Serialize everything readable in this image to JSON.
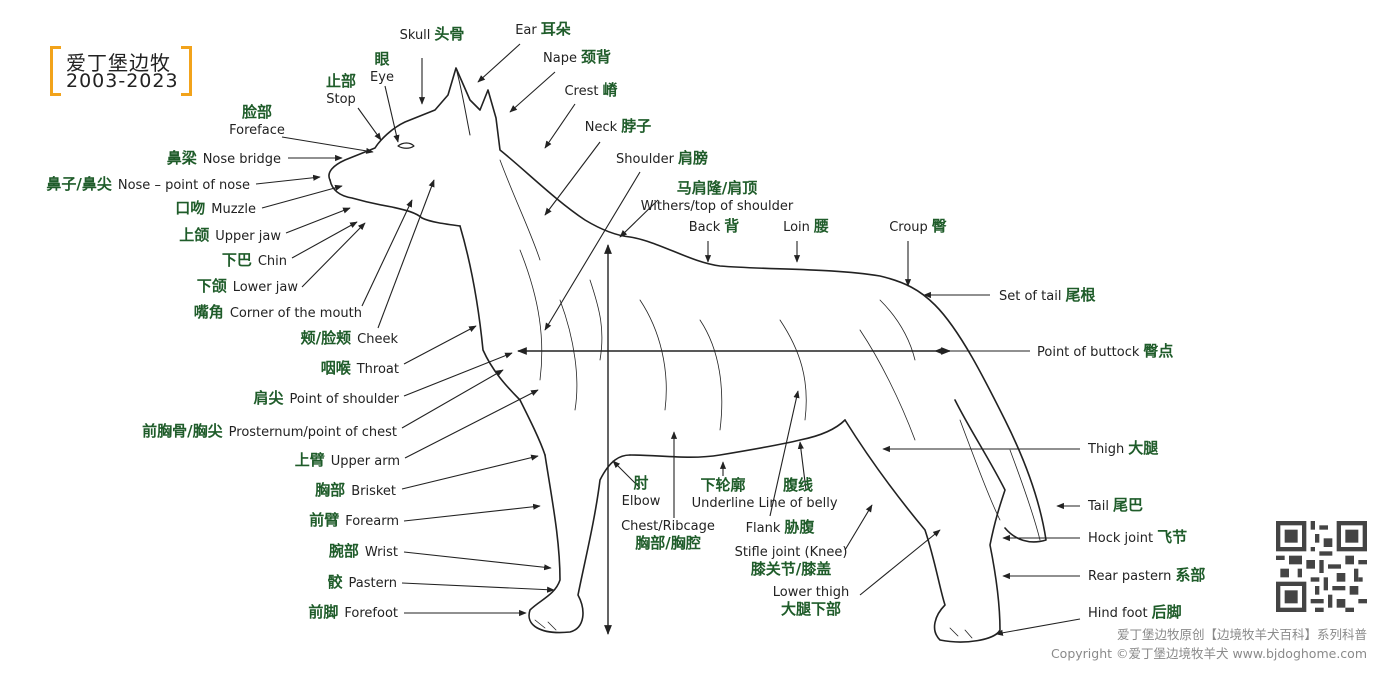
{
  "logo": {
    "line1": "爱丁堡边牧",
    "line2": "2003-2023"
  },
  "credits": {
    "line1": "爱丁堡边牧原创【边境牧羊犬百科】系列科普",
    "line2": "Copyright ©爱丁堡边境牧羊犬 www.bjdoghome.com"
  },
  "colors": {
    "zh": "#1f5c2a",
    "en": "#222222",
    "arrow": "#222222",
    "logo_bracket": "#f2a31b"
  },
  "labels": [
    {
      "id": "skull",
      "en": "Skull",
      "zh": "头骨"
    },
    {
      "id": "ear",
      "en": "Ear",
      "zh": "耳朵"
    },
    {
      "id": "nape",
      "en": "Nape",
      "zh": "颈背"
    },
    {
      "id": "crest",
      "en": "Crest",
      "zh": "嵴"
    },
    {
      "id": "neck",
      "en": "Neck",
      "zh": "脖子"
    },
    {
      "id": "shoulder",
      "en": "Shoulder",
      "zh": "肩膀"
    },
    {
      "id": "withers",
      "en": "Withers/top of shoulder",
      "zh": "马肩隆/肩顶"
    },
    {
      "id": "back",
      "en": "Back",
      "zh": "背"
    },
    {
      "id": "loin",
      "en": "Loin",
      "zh": "腰"
    },
    {
      "id": "croup",
      "en": "Croup",
      "zh": "臀"
    },
    {
      "id": "set-of-tail",
      "en": "Set of tail",
      "zh": "尾根"
    },
    {
      "id": "point-of-buttock",
      "en": "Point of buttock",
      "zh": "臀点"
    },
    {
      "id": "thigh",
      "en": "Thigh",
      "zh": "大腿"
    },
    {
      "id": "tail",
      "en": "Tail",
      "zh": "尾巴"
    },
    {
      "id": "hock-joint",
      "en": "Hock joint",
      "zh": "飞节"
    },
    {
      "id": "rear-pastern",
      "en": "Rear pastern",
      "zh": "系部"
    },
    {
      "id": "hind-foot",
      "en": "Hind foot",
      "zh": "后脚"
    },
    {
      "id": "eye",
      "en": "Eye",
      "zh": "眼"
    },
    {
      "id": "stop",
      "en": "Stop",
      "zh": "止部"
    },
    {
      "id": "foreface",
      "en": "Foreface",
      "zh": "脸部"
    },
    {
      "id": "nose-bridge",
      "en": "Nose bridge",
      "zh": "鼻梁"
    },
    {
      "id": "nose",
      "en": "Nose – point of nose",
      "zh": "鼻子/鼻尖"
    },
    {
      "id": "muzzle",
      "en": "Muzzle",
      "zh": "口吻"
    },
    {
      "id": "upper-jaw",
      "en": "Upper jaw",
      "zh": "上颌"
    },
    {
      "id": "chin",
      "en": "Chin",
      "zh": "下巴"
    },
    {
      "id": "lower-jaw",
      "en": "Lower jaw",
      "zh": "下颌"
    },
    {
      "id": "corner-of-mouth",
      "en": "Corner of the mouth",
      "zh": "嘴角"
    },
    {
      "id": "cheek",
      "en": "Cheek",
      "zh": "颊/脸颊"
    },
    {
      "id": "throat",
      "en": "Throat",
      "zh": "咽喉"
    },
    {
      "id": "point-of-shoulder",
      "en": "Point of shoulder",
      "zh": "肩尖"
    },
    {
      "id": "prosternum",
      "en": "Prosternum/point of chest",
      "zh": "前胸骨/胸尖"
    },
    {
      "id": "upper-arm",
      "en": "Upper arm",
      "zh": "上臂"
    },
    {
      "id": "brisket",
      "en": "Brisket",
      "zh": "胸部"
    },
    {
      "id": "forearm",
      "en": "Forearm",
      "zh": "前臂"
    },
    {
      "id": "wrist",
      "en": "Wrist",
      "zh": "腕部"
    },
    {
      "id": "pastern",
      "en": "Pastern",
      "zh": "骹"
    },
    {
      "id": "forefoot",
      "en": "Forefoot",
      "zh": "前脚"
    },
    {
      "id": "elbow",
      "en": "Elbow",
      "zh": "肘"
    },
    {
      "id": "chest",
      "en": "Chest/Ribcage",
      "zh": "胸部/胸腔"
    },
    {
      "id": "underline",
      "en": "Underline",
      "zh": "下轮廓"
    },
    {
      "id": "line-of-belly",
      "en": "Line of belly",
      "zh": "腹线"
    },
    {
      "id": "flank",
      "en": "Flank",
      "zh": "胁腹"
    },
    {
      "id": "stifle",
      "en": "Stifle joint (Knee)",
      "zh": "膝关节/膝盖"
    },
    {
      "id": "lower-thigh",
      "en": "Lower thigh",
      "zh": "大腿下部"
    }
  ]
}
